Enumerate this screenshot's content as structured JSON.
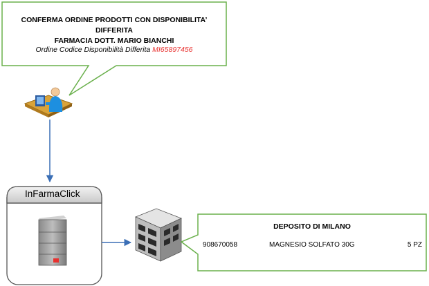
{
  "callout": {
    "line1": "CONFERMA ORDINE PRODOTTI CON DISPONIBILITA’ DIFFERITA",
    "line2": "FARMACIA DOTT. MARIO BIANCHI",
    "order_label": "Ordine Codice Disponibilità Differita",
    "order_code": "MI65897456"
  },
  "system": {
    "title": "InFarmaClick"
  },
  "deposito": {
    "title": "DEPOSITO DI MILANO",
    "item": {
      "code": "908670058",
      "description": "MAGNESIO SOLFATO 30G",
      "quantity": "5 PZ"
    }
  },
  "colors": {
    "callout_border": "#6ab04c",
    "arrow": "#3b6fb6",
    "order_code": "#e8312f",
    "server_alert": "#e8312f"
  },
  "icons": {
    "user": "user-at-computer-icon",
    "server": "server-icon",
    "warehouse": "warehouse-building-icon"
  }
}
